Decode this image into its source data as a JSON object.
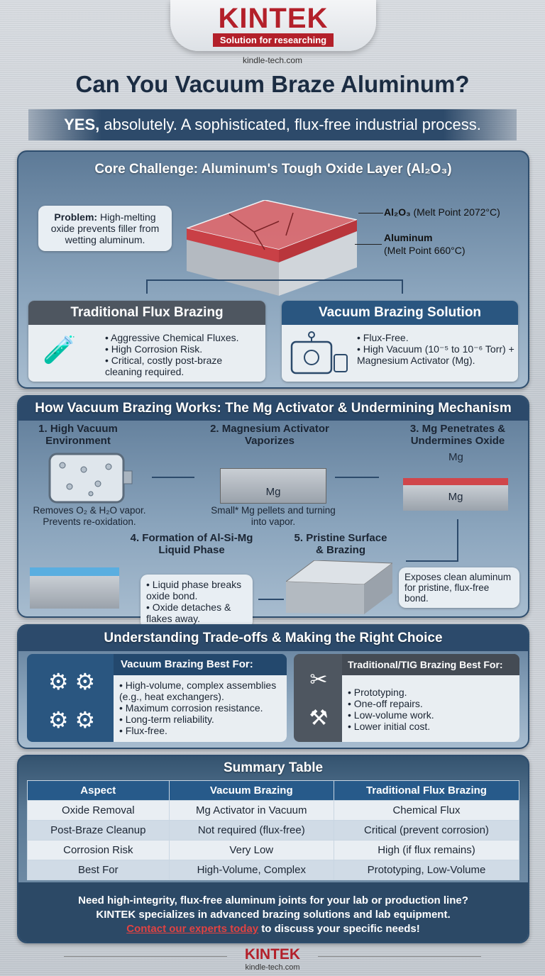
{
  "header": {
    "logo": "KINTEK",
    "tagline": "Solution for researching",
    "site": "kindle-tech.com"
  },
  "title": "Can You Vacuum Braze Aluminum?",
  "subtitle": {
    "strong": "YES,",
    "rest": " absolutely. A sophisticated, flux-free industrial process."
  },
  "core": {
    "heading": "Core Challenge: Aluminum's Tough Oxide Layer (Al₂O₃)",
    "problem_label": "Problem:",
    "problem_text": " High-melting oxide prevents filler from wetting aluminum.",
    "oxide_label": "Al₂O₃",
    "oxide_text": " (Melt Point 2072°C)",
    "al_label": "Aluminum",
    "al_text": "(Melt Point 660°C)",
    "traditional": {
      "title": "Traditional Flux Brazing",
      "bullets": [
        "Aggressive Chemical Fluxes.",
        "High Corrosion Risk.",
        "Critical, costly post-braze cleaning required."
      ]
    },
    "vacuum": {
      "title": "Vacuum Brazing Solution",
      "bullets": [
        "Flux-Free.",
        "High Vacuum (10⁻⁵ to 10⁻⁶ Torr) + Magnesium Activator (Mg)."
      ]
    }
  },
  "how": {
    "heading": "How Vacuum Brazing Works: The Mg Activator & Undermining Mechanism",
    "steps": [
      {
        "title": "1. High Vacuum Environment",
        "caption": "Removes O₂ & H₂O vapor. Prevents re-oxidation."
      },
      {
        "title": "2. Magnesium Activator Vaporizes",
        "caption": "Small* Mg pellets and turning into vapor.",
        "mg": "Mg"
      },
      {
        "title": "3. Mg Penetrates & Undermines Oxide",
        "mg_top": "Mg",
        "mg_bottom": "Mg"
      },
      {
        "title": "4. Formation of Al-Si-Mg Liquid Phase",
        "bullets": [
          "Liquid phase breaks oxide bond.",
          "Oxide detaches & flakes away."
        ]
      },
      {
        "title": "5. Pristine Surface & Brazing",
        "caption": "Exposes clean aluminum for pristine, flux-free bond."
      }
    ]
  },
  "tradeoffs": {
    "heading": "Understanding Trade-offs & Making the Right Choice",
    "vacuum": {
      "title": "Vacuum Brazing Best For:",
      "bullets": [
        "High-volume, complex assemblies (e.g., heat exchangers).",
        "Maximum corrosion resistance.",
        "Long-term reliability.",
        "Flux-free."
      ]
    },
    "traditional": {
      "title": "Traditional/TIG Brazing Best For:",
      "bullets": [
        "Prototyping.",
        "One-off repairs.",
        "Low-volume work.",
        "Lower initial cost."
      ]
    }
  },
  "summary": {
    "heading": "Summary Table",
    "columns": [
      "Aspect",
      "Vacuum Brazing",
      "Traditional Flux Brazing"
    ],
    "rows": [
      [
        "Oxide Removal",
        "Mg Activator in Vacuum",
        "Chemical Flux"
      ],
      [
        "Post-Braze Cleanup",
        "Not required (flux-free)",
        "Critical (prevent corrosion)"
      ],
      [
        "Corrosion Risk",
        "Very Low",
        "High (if flux remains)"
      ],
      [
        "Best For",
        "High-Volume, Complex",
        "Prototyping, Low-Volume"
      ]
    ]
  },
  "cta": {
    "line1": "Need high-integrity, flux-free aluminum joints for your lab or production line?",
    "line2": "KINTEK specializes in advanced brazing solutions and lab equipment.",
    "link": "Contact our experts today",
    "line3_rest": " to discuss your specific needs!"
  },
  "footer": {
    "logo": "KINTEK",
    "site": "kindle-tech.com"
  },
  "colors": {
    "brand_red": "#b3202a",
    "navy": "#2c4a6b",
    "table_header": "#275a8a"
  }
}
